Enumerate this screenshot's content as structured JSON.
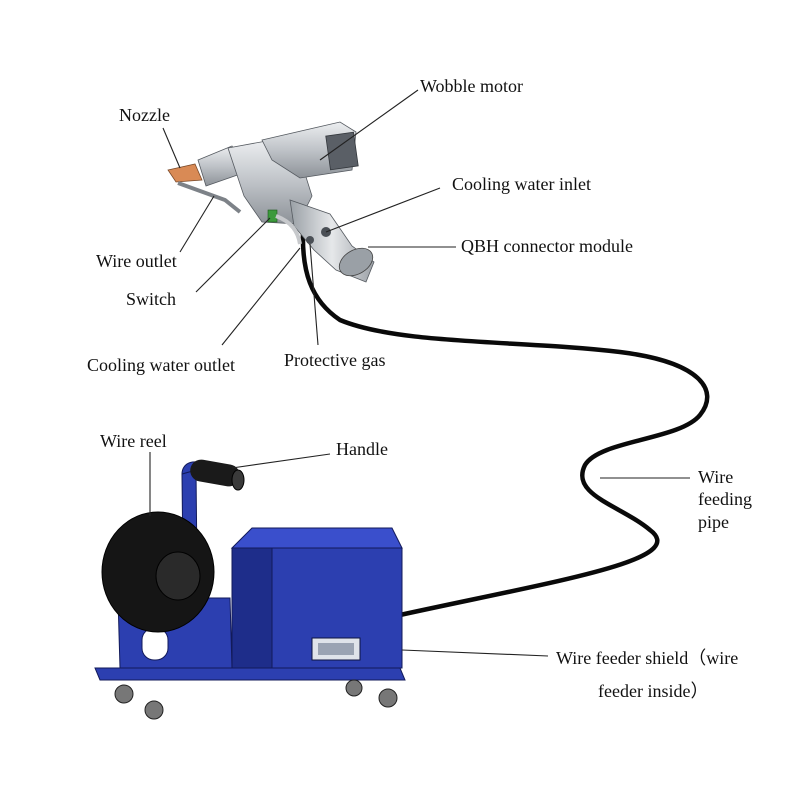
{
  "labels": {
    "nozzle": "Nozzle",
    "wobble_motor": "Wobble motor",
    "cooling_water_inlet": "Cooling water inlet",
    "qbh_connector_module": "QBH connector module",
    "wire_outlet": "Wire outlet",
    "switch": "Switch",
    "cooling_water_outlet": "Cooling water outlet",
    "protective_gas": "Protective gas",
    "wire_reel": "Wire reel",
    "handle": "Handle",
    "wire_feeding_pipe_line1": "Wire",
    "wire_feeding_pipe_line2": "feeding",
    "wire_feeding_pipe_line3": "pipe",
    "wire_feeder_shield_line1": "Wire feeder shield（wire",
    "wire_feeder_shield_line2": "feeder inside）"
  },
  "colors": {
    "cabinet_blue": "#2c3fb0",
    "cabinet_blue_dark": "#1e2d8a",
    "gun_metal": "#c9ccd0",
    "nozzle_copper": "#d98a55",
    "cable": "#0a0a0a",
    "reel": "#151515"
  }
}
